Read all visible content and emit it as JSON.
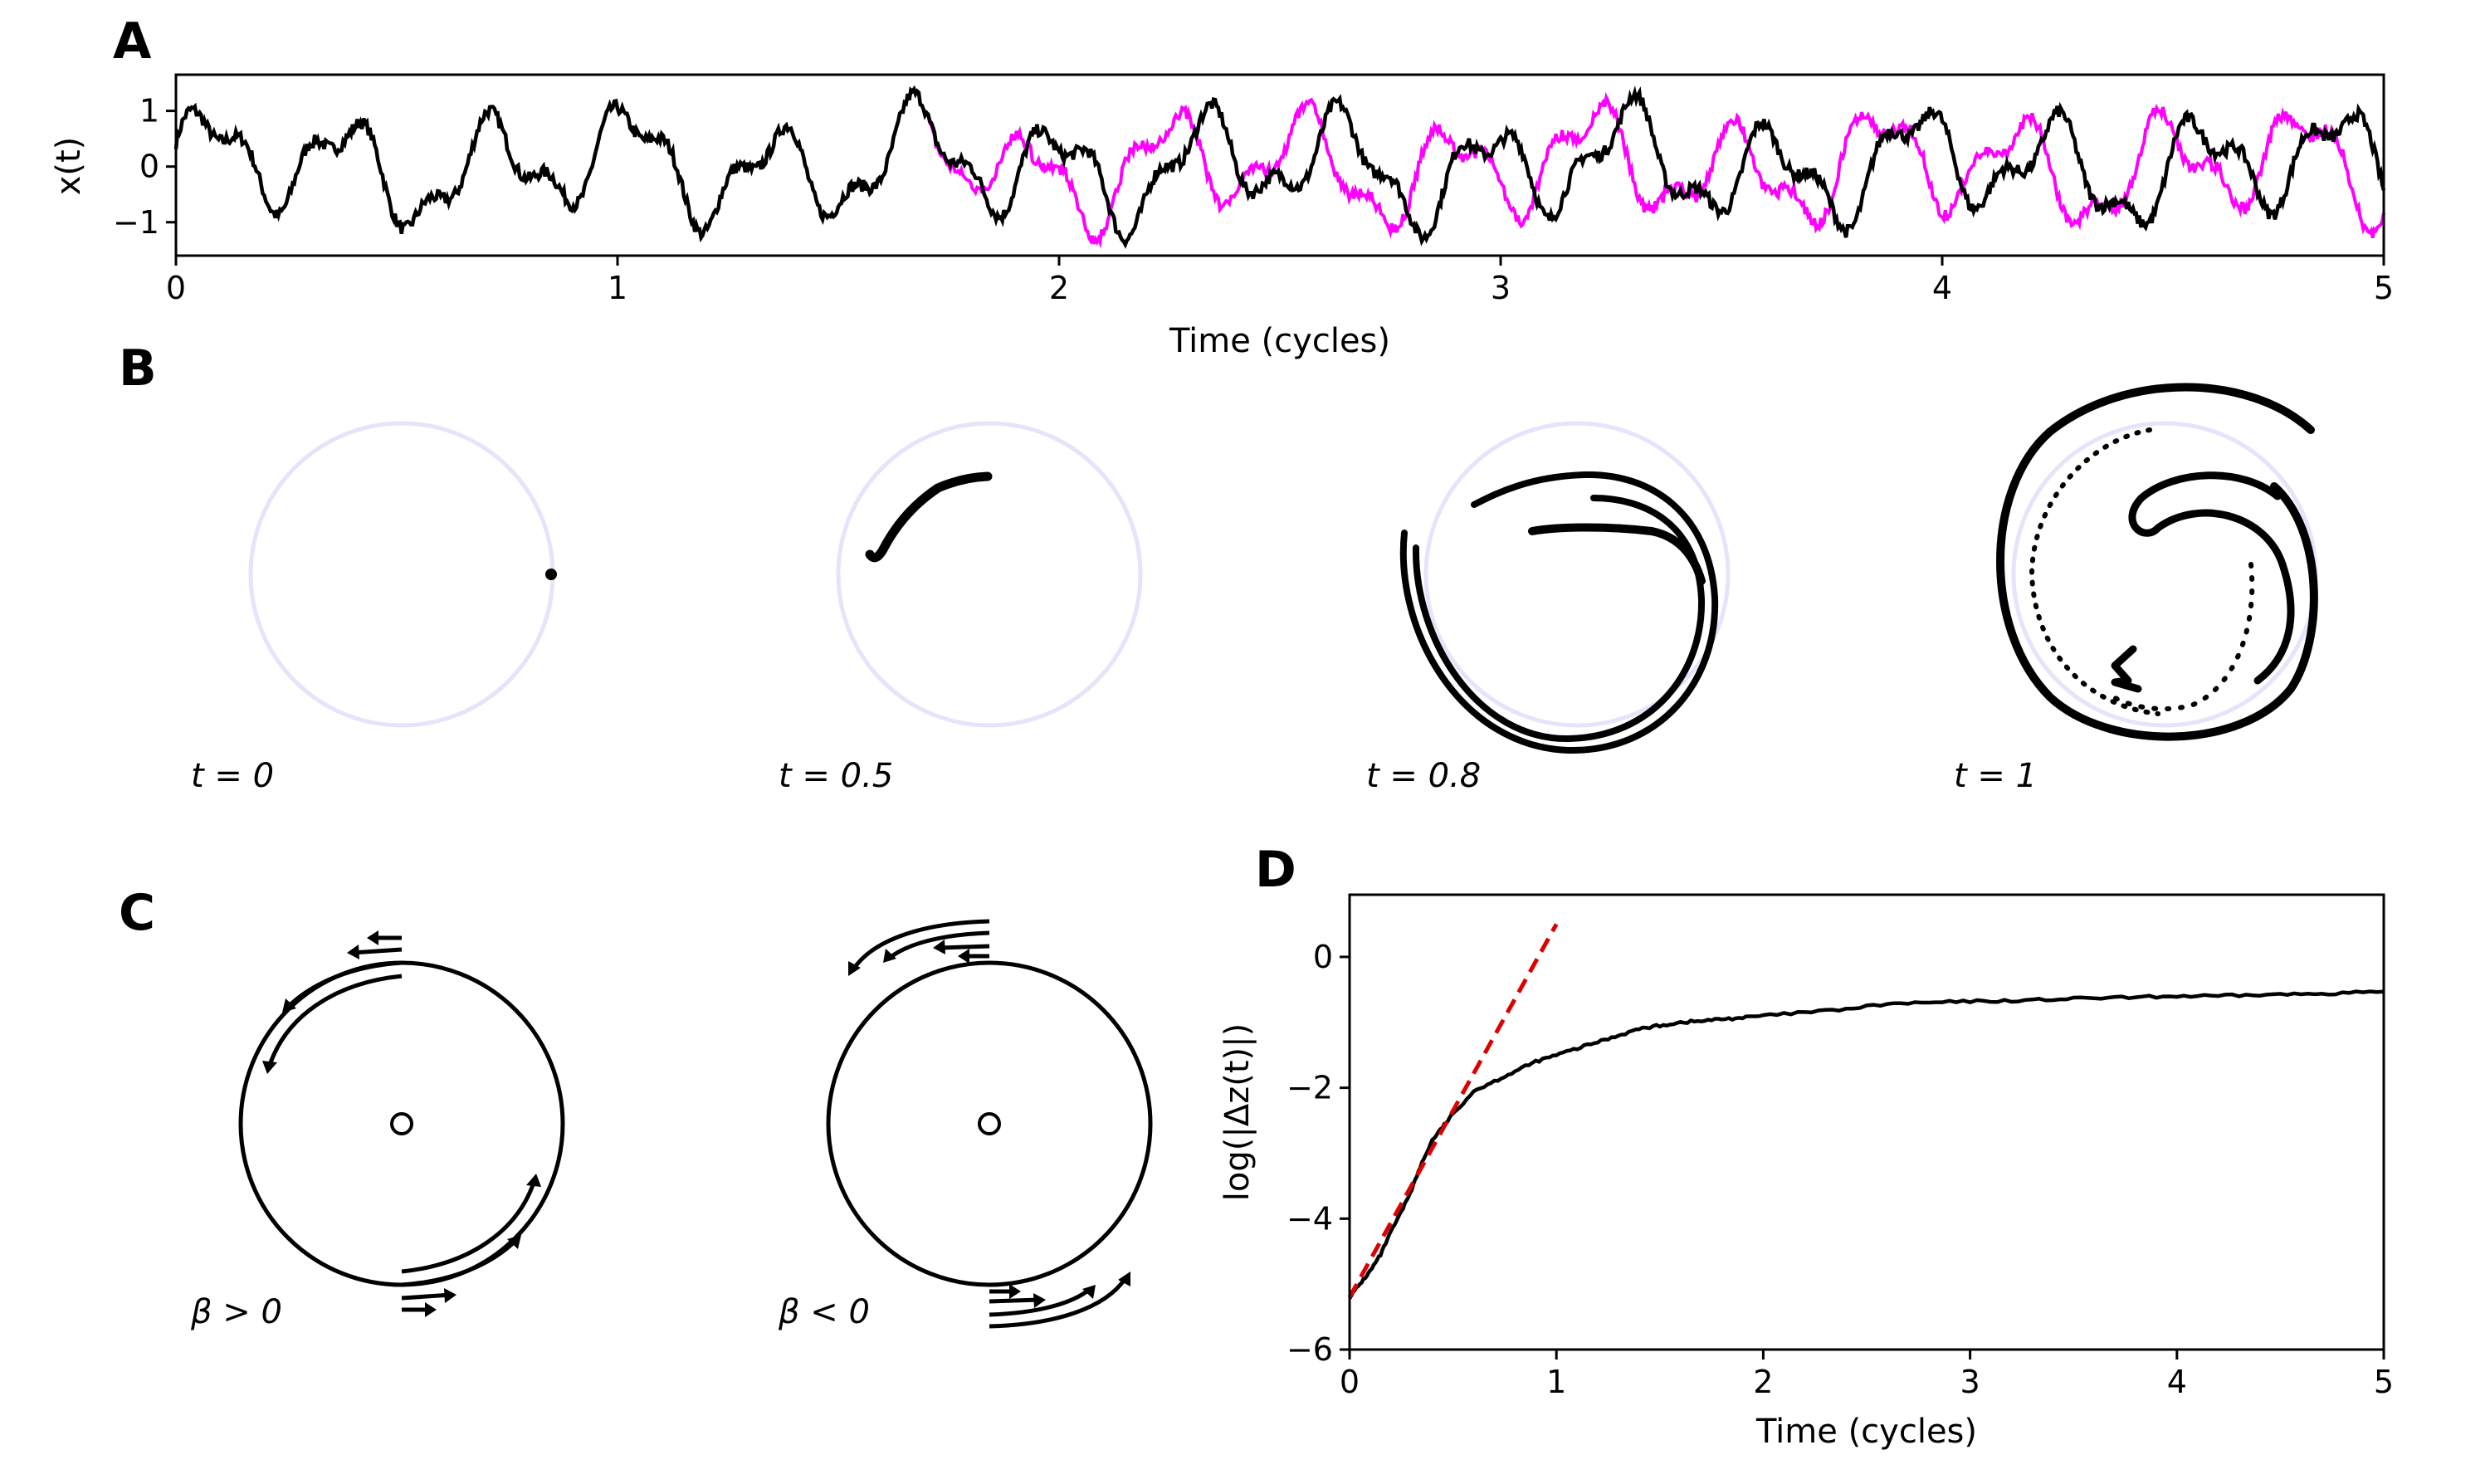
{
  "panels": {
    "A": {
      "letter": "A",
      "type": "line",
      "xlabel": "Time (cycles)",
      "ylabel": "x(t)",
      "xlim": [
        0,
        5
      ],
      "ylim": [
        -1.6,
        1.65
      ],
      "xticks": [
        0,
        1,
        2,
        3,
        4,
        5
      ],
      "yticks": [
        -1,
        0,
        1
      ],
      "ytick_labels": [
        "−1",
        "0",
        "1"
      ],
      "colors": {
        "trajectory_1": "#ff00ff",
        "trajectory_2": "#000000"
      },
      "divergence_time": 1.7
    },
    "B": {
      "letter": "B",
      "type": "scatter",
      "circle_color": "#e4e4fa",
      "snapshots": [
        {
          "t": 0,
          "caption": "t = 0"
        },
        {
          "t": 0.5,
          "caption": "t = 0.5"
        },
        {
          "t": 0.8,
          "caption": "t = 0.8"
        },
        {
          "t": 1,
          "caption": "t = 1"
        }
      ]
    },
    "C": {
      "letter": "C",
      "type": "diagram",
      "cases": [
        {
          "caption": "β > 0",
          "sign": 1
        },
        {
          "caption": "β < 0",
          "sign": -1
        }
      ]
    },
    "D": {
      "letter": "D",
      "type": "line",
      "xlabel": "Time (cycles)",
      "ylabel": "log(|Δz(t)|)",
      "xlim": [
        0,
        5
      ],
      "ylim": [
        -6,
        0.95
      ],
      "xticks": [
        0,
        1,
        2,
        3,
        4,
        5
      ],
      "yticks": [
        -6,
        -4,
        -2,
        0
      ],
      "ytick_labels": [
        "−6",
        "−4",
        "−2",
        "0"
      ],
      "series": {
        "x": [
          0,
          0.05,
          0.1,
          0.15,
          0.2,
          0.25,
          0.3,
          0.35,
          0.4,
          0.45,
          0.5,
          0.6,
          0.7,
          0.8,
          0.9,
          1.0,
          1.1,
          1.2,
          1.3,
          1.4,
          1.5,
          1.6,
          1.7,
          1.8,
          1.9,
          2.0,
          2.2,
          2.4,
          2.6,
          2.8,
          3.0,
          3.2,
          3.4,
          3.6,
          3.8,
          4.0,
          4.2,
          4.4,
          4.6,
          4.8,
          5.0
        ],
        "y": [
          -5.2,
          -5.0,
          -4.8,
          -4.55,
          -4.2,
          -3.9,
          -3.55,
          -3.15,
          -2.8,
          -2.6,
          -2.4,
          -2.05,
          -1.9,
          -1.75,
          -1.6,
          -1.5,
          -1.4,
          -1.3,
          -1.2,
          -1.1,
          -1.05,
          -1.0,
          -0.98,
          -0.95,
          -0.93,
          -0.9,
          -0.85,
          -0.8,
          -0.72,
          -0.7,
          -0.68,
          -0.67,
          -0.65,
          -0.63,
          -0.62,
          -0.6,
          -0.6,
          -0.58,
          -0.57,
          -0.55,
          -0.53
        ]
      },
      "fit": {
        "x": [
          0,
          1.0
        ],
        "y": [
          -5.2,
          0.5
        ],
        "color": "#dd0000"
      }
    }
  }
}
